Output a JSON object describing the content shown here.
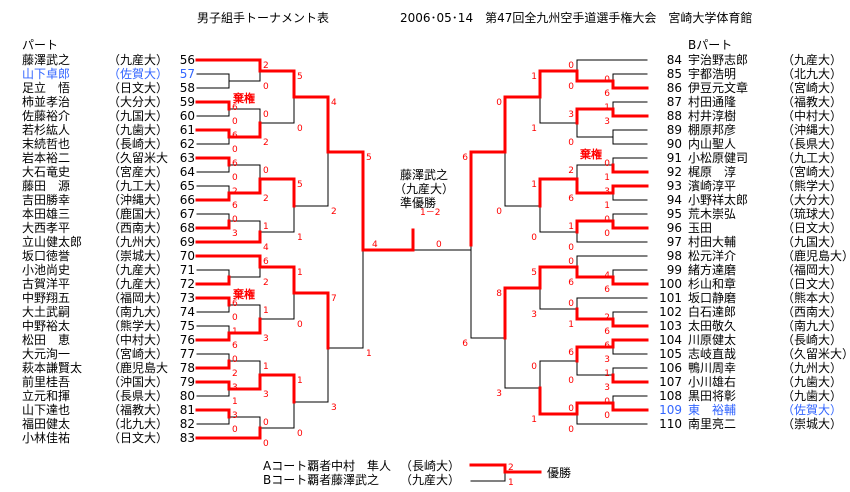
{
  "header": {
    "title": "男子組手トーナメント表",
    "event": "2006･05･14　第47回全九州空手道選手権大会　宮崎大学体育館"
  },
  "left_part": {
    "label": "パート",
    "players": [
      {
        "no": "56",
        "name": "藤澤武之",
        "school": "（九産大）"
      },
      {
        "no": "57",
        "name": "山下卓郎",
        "school": "（佐賀大）",
        "highlight": true
      },
      {
        "no": "58",
        "name": "足立　悟",
        "school": "（日文大）"
      },
      {
        "no": "59",
        "name": "柿並孝治",
        "school": "（大分大）"
      },
      {
        "no": "60",
        "name": "佐藤裕介",
        "school": "（九国大）"
      },
      {
        "no": "61",
        "name": "若杉紘人",
        "school": "（九歯大）"
      },
      {
        "no": "62",
        "name": "末続哲也",
        "school": "（長崎大）"
      },
      {
        "no": "63",
        "name": "岩本裕二",
        "school": "（久留米大"
      },
      {
        "no": "64",
        "name": "大石竜史",
        "school": "（宮産大）"
      },
      {
        "no": "65",
        "name": "藤田　源",
        "school": "（九工大）"
      },
      {
        "no": "66",
        "name": "吉田勝幸",
        "school": "（沖縄大）"
      },
      {
        "no": "67",
        "name": "本田雄三",
        "school": "（鹿国大）"
      },
      {
        "no": "68",
        "name": "大西孝平",
        "school": "（西南大）"
      },
      {
        "no": "69",
        "name": "立山健太郎",
        "school": "（九州大）"
      },
      {
        "no": "70",
        "name": "坂口徳誉",
        "school": "（崇城大）"
      },
      {
        "no": "71",
        "name": "小池尚史",
        "school": "（九産大）"
      },
      {
        "no": "72",
        "name": "古賀洋平",
        "school": "（九産大）"
      },
      {
        "no": "73",
        "name": "中野翔五",
        "school": "（福岡大）"
      },
      {
        "no": "74",
        "name": "大土武嗣",
        "school": "（南九大）"
      },
      {
        "no": "75",
        "name": "中野裕太",
        "school": "（熊学大）"
      },
      {
        "no": "76",
        "name": "松田　恵",
        "school": "（中村大）"
      },
      {
        "no": "77",
        "name": "大元洵一",
        "school": "（宮崎大）"
      },
      {
        "no": "78",
        "name": "萩本謙賢太",
        "school": "（鹿児島大"
      },
      {
        "no": "79",
        "name": "前里桂吾",
        "school": "（沖国大）"
      },
      {
        "no": "80",
        "name": "立元和揮",
        "school": "（長県大）"
      },
      {
        "no": "81",
        "name": "山下達也",
        "school": "（福教大）"
      },
      {
        "no": "82",
        "name": "福田健太",
        "school": "（北九大）"
      },
      {
        "no": "83",
        "name": "小林佳祐",
        "school": "（日文大）"
      }
    ]
  },
  "right_part": {
    "label": "Bパート",
    "players": [
      {
        "no": "84",
        "name": "宇治野志郎",
        "school": "（九産大）"
      },
      {
        "no": "85",
        "name": "宇都浩明",
        "school": "（北九大）"
      },
      {
        "no": "86",
        "name": "伊豆元文章",
        "school": "（宮崎大）"
      },
      {
        "no": "87",
        "name": "村田通隆",
        "school": "（福教大）"
      },
      {
        "no": "88",
        "name": "村井淳樹",
        "school": "（中村大）"
      },
      {
        "no": "89",
        "name": "棚原邦彦",
        "school": "（沖縄大）"
      },
      {
        "no": "90",
        "name": "内山聖人",
        "school": "（長県大）"
      },
      {
        "no": "91",
        "name": "小松原健司",
        "school": "（九工大）"
      },
      {
        "no": "92",
        "name": "梶原　淳",
        "school": "（宮崎大）"
      },
      {
        "no": "93",
        "name": "濱崎淳平",
        "school": "（熊学大）"
      },
      {
        "no": "94",
        "name": "小野祥太郎",
        "school": "（大分大）"
      },
      {
        "no": "95",
        "name": "荒木崇弘",
        "school": "（琉球大）"
      },
      {
        "no": "96",
        "name": "玉田",
        "school": "（日文大）"
      },
      {
        "no": "97",
        "name": "村田大輔",
        "school": "（九国大）"
      },
      {
        "no": "98",
        "name": "松元洋介",
        "school": "（鹿児島大）"
      },
      {
        "no": "99",
        "name": "緒方達磨",
        "school": "（福岡大）"
      },
      {
        "no": "100",
        "name": "杉山和章",
        "school": "（日文大）"
      },
      {
        "no": "101",
        "name": "坂口静磨",
        "school": "（熊本大）"
      },
      {
        "no": "102",
        "name": "白石達郎",
        "school": "（西南大）"
      },
      {
        "no": "103",
        "name": "太田敬久",
        "school": "（南九大）"
      },
      {
        "no": "104",
        "name": "川原健太",
        "school": "（長崎大）"
      },
      {
        "no": "105",
        "name": "志岐直哉",
        "school": "（久留米大）"
      },
      {
        "no": "106",
        "name": "鴨川周幸",
        "school": "（九州大）"
      },
      {
        "no": "107",
        "name": "小川雄右",
        "school": "（九歯大）"
      },
      {
        "no": "108",
        "name": "黒田将彰",
        "school": "（九歯大）"
      },
      {
        "no": "109",
        "name": "東　裕輔",
        "school": "（佐賀大）",
        "highlight": true
      },
      {
        "no": "110",
        "name": "南里亮二",
        "school": "（崇城大）"
      }
    ]
  },
  "bracket": {
    "left": {
      "c": [
        {
          "c": [
            {
              "c": [
                {
                  "c": [
                    56,
                    {
                      "c": [
                        57,
                        58
                      ],
                      "s": [
                        "",
                        ""
                      ],
                      "w": null,
                      "note": "棄権"
                    }
                  ],
                  "s": [
                    "2",
                    "0"
                  ],
                  "w": 0
                },
                {
                  "c": [
                    {
                      "c": [
                        59,
                        60
                      ],
                      "s": [
                        "6",
                        "0"
                      ],
                      "w": 0
                    },
                    {
                      "c": [
                        61,
                        62
                      ],
                      "s": [
                        "6",
                        "0"
                      ],
                      "w": 0
                    }
                  ],
                  "s": [
                    "0",
                    "2"
                  ],
                  "w": 1
                }
              ],
              "s": [
                "5",
                "0"
              ],
              "w": 0
            },
            {
              "c": [
                {
                  "c": [
                    {
                      "c": [
                        63,
                        64
                      ],
                      "s": [
                        "6",
                        "0"
                      ],
                      "w": 0
                    },
                    {
                      "c": [
                        65,
                        66
                      ],
                      "s": [
                        "2",
                        "6"
                      ],
                      "w": 1
                    }
                  ],
                  "s": [
                    "0",
                    "2"
                  ],
                  "w": 1
                },
                {
                  "c": [
                    {
                      "c": [
                        67,
                        68
                      ],
                      "s": [
                        "0",
                        "3"
                      ],
                      "w": 1
                    },
                    69
                  ],
                  "s": [
                    "1",
                    "4"
                  ],
                  "w": 1
                }
              ],
              "s": [
                "5",
                "1"
              ],
              "w": 0
            }
          ],
          "s": [
            "4",
            "2"
          ],
          "w": 0
        },
        {
          "c": [
            {
              "c": [
                {
                  "c": [
                    70,
                    {
                      "c": [
                        71,
                        72
                      ],
                      "s": [
                        "",
                        ""
                      ],
                      "w": 1,
                      "note": "棄権"
                    }
                  ],
                  "s": [
                    "6",
                    "2"
                  ],
                  "w": 0
                },
                {
                  "c": [
                    {
                      "c": [
                        73,
                        74
                      ],
                      "s": [
                        "6",
                        "0"
                      ],
                      "w": 0
                    },
                    {
                      "c": [
                        75,
                        76
                      ],
                      "s": [
                        "1",
                        "6"
                      ],
                      "w": 1
                    }
                  ],
                  "s": [
                    "1",
                    "3"
                  ],
                  "w": 1
                }
              ],
              "s": [
                "1",
                "0"
              ],
              "w": 0
            },
            {
              "c": [
                {
                  "c": [
                    {
                      "c": [
                        77,
                        78
                      ],
                      "s": [
                        "0",
                        "2"
                      ],
                      "w": 1
                    },
                    {
                      "c": [
                        79,
                        80
                      ],
                      "s": [
                        "3",
                        "1"
                      ],
                      "w": 0
                    }
                  ],
                  "s": [
                    "1",
                    "3"
                  ],
                  "w": 1
                },
                {
                  "c": [
                    {
                      "c": [
                        81,
                        82
                      ],
                      "s": [
                        "3",
                        "0"
                      ],
                      "w": 0
                    },
                    83
                  ],
                  "s": [
                    "0",
                    "0"
                  ],
                  "w": 1
                }
              ],
              "s": [
                "1",
                "0"
              ],
              "w": 0
            }
          ],
          "s": [
            "7",
            "3"
          ],
          "w": 0
        }
      ],
      "s": [
        "5",
        "1"
      ],
      "w": 0
    },
    "right": {
      "c": [
        {
          "c": [
            {
              "c": [
                {
                  "c": [
                    84,
                    {
                      "c": [
                        85,
                        86
                      ],
                      "s": [
                        "0",
                        "6"
                      ],
                      "w": 1
                    }
                  ],
                  "s": [
                    "0",
                    "0"
                  ],
                  "w": 1
                },
                {
                  "c": [
                    {
                      "c": [
                        87,
                        88
                      ],
                      "s": [
                        "1",
                        "3"
                      ],
                      "w": 1
                    },
                    {
                      "c": [
                        89,
                        90
                      ],
                      "s": [
                        "",
                        ""
                      ],
                      "w": null,
                      "note": "棄権"
                    }
                  ],
                  "s": [
                    "3",
                    "0"
                  ],
                  "w": 0
                }
              ],
              "s": [
                "1",
                "1"
              ],
              "w": 0
            },
            {
              "c": [
                {
                  "c": [
                    {
                      "c": [
                        91,
                        92
                      ],
                      "s": [
                        "0",
                        "1"
                      ],
                      "w": 1
                    },
                    {
                      "c": [
                        93,
                        94
                      ],
                      "s": [
                        "3",
                        "1"
                      ],
                      "w": 0
                    }
                  ],
                  "s": [
                    "2",
                    "6"
                  ],
                  "w": 1
                },
                {
                  "c": [
                    {
                      "c": [
                        95,
                        96
                      ],
                      "s": [
                        "0",
                        "0"
                      ],
                      "w": 1
                    },
                    97
                  ],
                  "s": [
                    "1",
                    "0"
                  ],
                  "w": 0
                }
              ],
              "s": [
                "1",
                "0"
              ],
              "w": 0
            }
          ],
          "s": [
            "0",
            "0"
          ],
          "w": 0
        },
        {
          "c": [
            {
              "c": [
                {
                  "c": [
                    98,
                    {
                      "c": [
                        99,
                        100
                      ],
                      "s": [
                        "4",
                        "6"
                      ],
                      "w": 1
                    }
                  ],
                  "s": [
                    "0",
                    "6"
                  ],
                  "w": 1
                },
                {
                  "c": [
                    101,
                    {
                      "c": [
                        102,
                        103
                      ],
                      "s": [
                        "2",
                        "6"
                      ],
                      "w": 1
                    }
                  ],
                  "s": [
                    "0",
                    "1"
                  ],
                  "w": 1
                }
              ],
              "s": [
                "5",
                "3"
              ],
              "w": 0
            },
            {
              "c": [
                {
                  "c": [
                    {
                      "c": [
                        104,
                        105
                      ],
                      "s": [
                        "6",
                        "3"
                      ],
                      "w": 0
                    },
                    {
                      "c": [
                        106,
                        107
                      ],
                      "s": [
                        "1",
                        "3"
                      ],
                      "w": 1
                    }
                  ],
                  "s": [
                    "6",
                    "0"
                  ],
                  "w": 0
                },
                {
                  "c": [
                    {
                      "c": [
                        108,
                        109
                      ],
                      "s": [
                        "0",
                        "0"
                      ],
                      "w": 1
                    },
                    110
                  ],
                  "s": [
                    "0",
                    "0"
                  ],
                  "w": 0
                }
              ],
              "s": [
                "0",
                "1"
              ],
              "w": 1
            }
          ],
          "s": [
            "8",
            "3"
          ],
          "w": 0
        }
      ],
      "s": [
        "6",
        "6"
      ],
      "w": 0
    },
    "final": {
      "left_score": "4",
      "right_score": "0",
      "left_wins": true
    }
  },
  "center": {
    "name": "藤澤武之",
    "school": "（九産大）",
    "result": "準優勝",
    "score": "1－2"
  },
  "footer": {
    "a_court": {
      "label": "Aコート覇者",
      "name": "中村　隼人",
      "school": "（長崎大）"
    },
    "b_court": {
      "label": "Bコート覇者",
      "name": "藤澤武之",
      "school": "（九産大）"
    },
    "a_score": "2",
    "b_score": "1",
    "champion_label": "優勝"
  },
  "colors": {
    "win_line": "#ff0000",
    "line": "#000000",
    "highlight": "#3366ff"
  }
}
